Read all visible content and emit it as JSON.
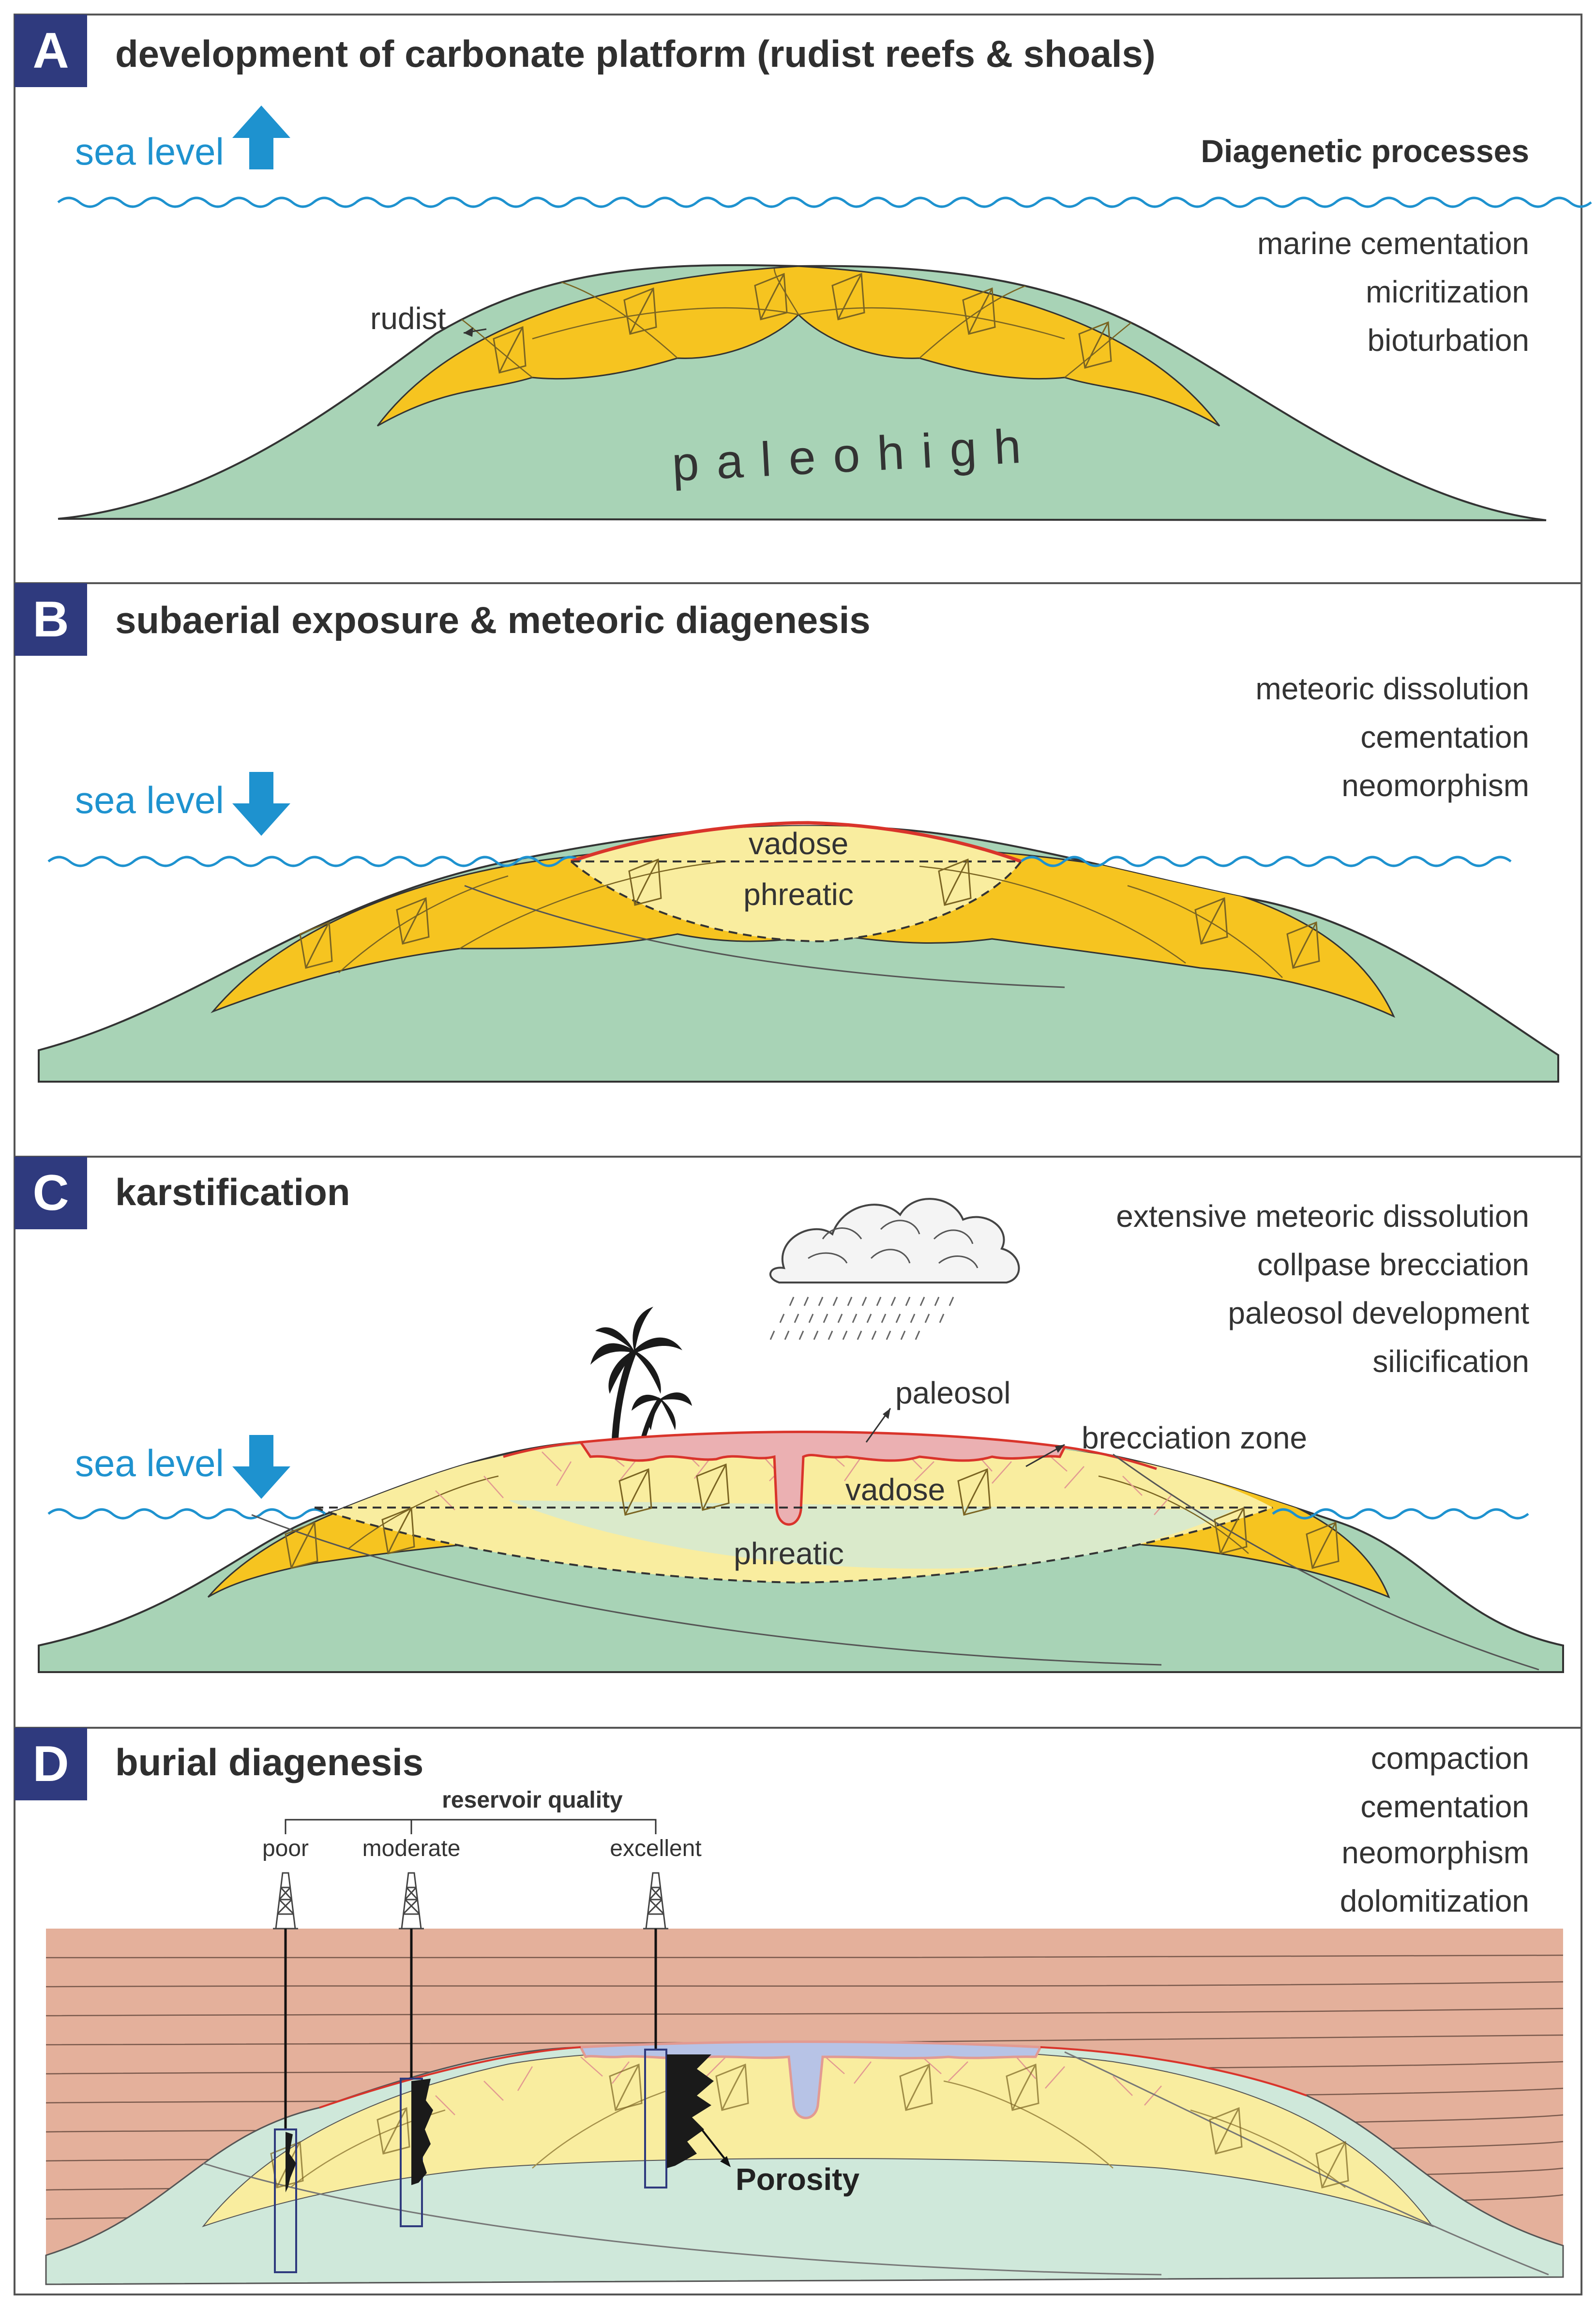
{
  "colors": {
    "green": "#a8d3b6",
    "yellow": "#f6c420",
    "pale_yellow": "#f9ed9f",
    "pale_green": "#cfe8da",
    "red": "#d9342b",
    "pink": "#ebb0b2",
    "blue": "#1e92cf",
    "badge": "#2f3a7e",
    "burial": "#e4b09b",
    "porosity_fill": "#b7c3e6"
  },
  "panels": [
    {
      "letter": "A",
      "title": "development of carbonate platform (rudist reefs & shoals)",
      "sea_level": "sea level",
      "sea_level_direction": "up",
      "processes_title": "Diagenetic processes",
      "processes": [
        "marine cementation",
        "micritization",
        "bioturbation"
      ],
      "labels": {
        "rudist": "rudist",
        "paleohigh": "paleohigh"
      }
    },
    {
      "letter": "B",
      "title": "subaerial exposure & meteoric diagenesis",
      "sea_level": "sea level",
      "sea_level_direction": "down",
      "processes": [
        "meteoric dissolution",
        "cementation",
        "neomorphism"
      ],
      "labels": {
        "vadose": "vadose",
        "phreatic": "phreatic"
      }
    },
    {
      "letter": "C",
      "title": "karstification",
      "sea_level": "sea level",
      "sea_level_direction": "down",
      "processes": [
        "extensive meteoric dissolution",
        "collpase brecciation",
        "paleosol development",
        "silicification"
      ],
      "labels": {
        "paleosol": "paleosol",
        "brecciation_zone": "brecciation zone",
        "vadose": "vadose",
        "phreatic": "phreatic"
      }
    },
    {
      "letter": "D",
      "title": "burial diagenesis",
      "processes": [
        "compaction",
        "cementation",
        "neomorphism",
        "dolomitization"
      ],
      "labels": {
        "reservoir_quality": "reservoir quality",
        "wells": [
          "poor",
          "moderate",
          "excellent"
        ],
        "porosity": "Porosity"
      }
    }
  ]
}
